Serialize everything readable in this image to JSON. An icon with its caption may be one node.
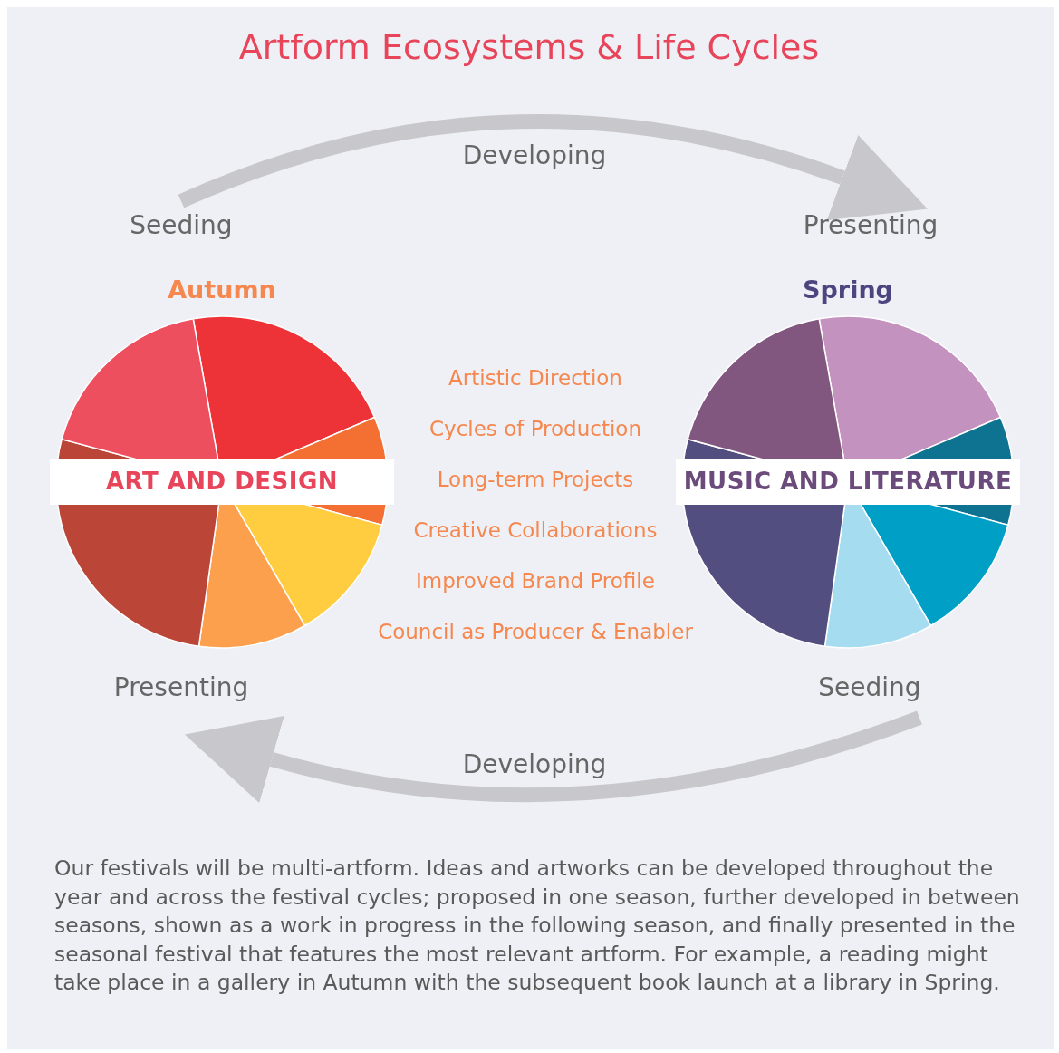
{
  "diagram": {
    "title": "Artform Ecosystems & Life Cycles",
    "nodes": [
      {
        "text": [
          "Autumn",
          "ART AND DESIGN"
        ],
        "beside": [
          "Seeding",
          "Presenting"
        ]
      },
      {
        "text": [
          "Spring",
          "MUSIC AND LITERATURE"
        ],
        "beside": [
          "Presenting",
          "Seeding"
        ]
      }
    ],
    "edges": [
      {
        "from": 0,
        "to": 1,
        "arrow": "to",
        "label": "Developing"
      },
      {
        "from": 1,
        "to": 0,
        "arrow": "to",
        "label": "Developing"
      }
    ],
    "labels": [
      "Artistic Direction",
      "Cycles of Production",
      "Long-term Projects",
      "Creative Collaborations",
      "Improved Brand Profile",
      "Council as Producer & Enabler"
    ],
    "caption": "Our festivals will be multi-artform. Ideas and artworks can be developed throughout the year and across the festival cycles; proposed in one season, further developed in between seasons, shown as a work in progress in the following season, and finally presented in the seasonal festival that features the most relevant artform.  For example, a reading might take place in a gallery in Autumn with the subsequent book launch at a library in Spring."
  }
}
